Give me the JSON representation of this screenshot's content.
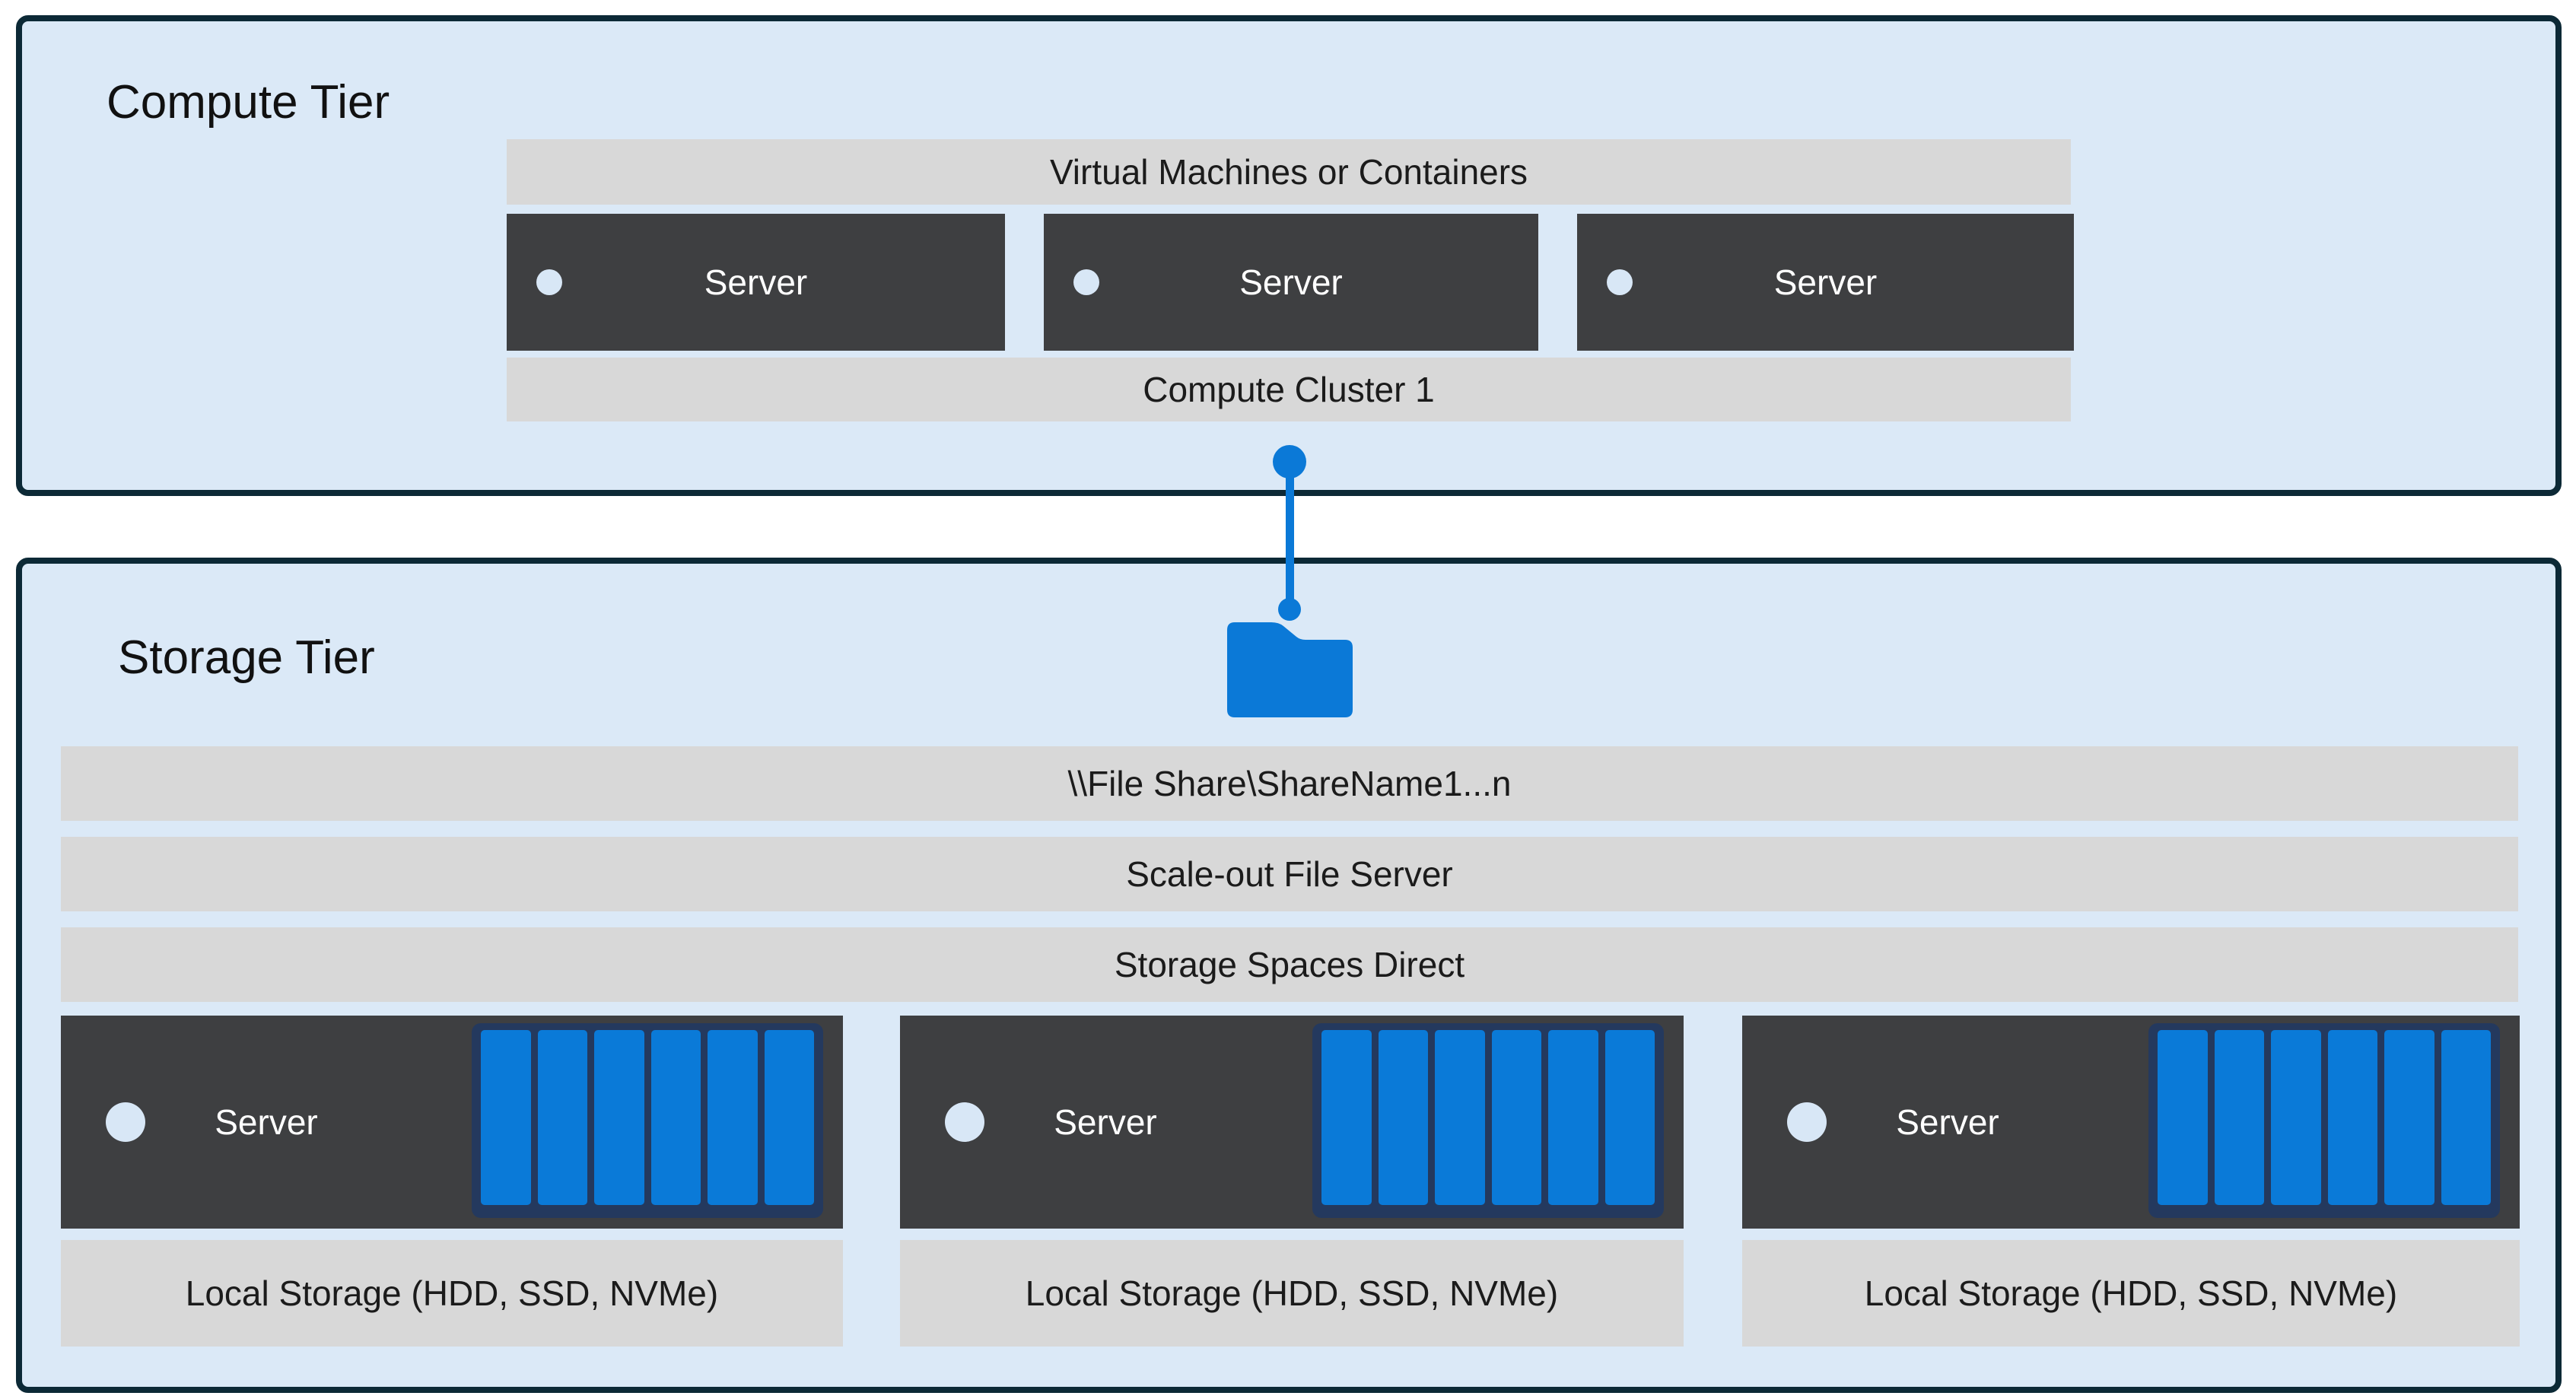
{
  "diagram": {
    "kind": "architecture-diagram",
    "subject": "Disaggregated compute and storage tiers with Storage Spaces Direct"
  },
  "colors": {
    "tier_fill": "#dbe9f7",
    "tier_border": "#0c2936",
    "bar_gray": "#d8d8d8",
    "server_dark": "#3e3f41",
    "accent_blue": "#0b79d7",
    "disk_blue": "#0a7ad8",
    "disk_tray_navy": "#24395e",
    "dot_light": "#d8e7f6",
    "text_dark": "#1b1b1b",
    "text_white": "#ffffff"
  },
  "compute_tier": {
    "title": "Compute Tier",
    "vm_bar_label": "Virtual Machines or Containers",
    "servers": [
      "Server",
      "Server",
      "Server"
    ],
    "cluster_bar_label": "Compute Cluster 1"
  },
  "connector": {
    "icon": "folder-icon",
    "style": "vertical line with endpoint dots linking compute cluster to file share folder"
  },
  "storage_tier": {
    "title": "Storage Tier",
    "share_bar_label": "\\\\File Share\\ShareName1...n",
    "sofs_bar_label": "Scale-out File Server",
    "s2d_bar_label": "Storage Spaces Direct",
    "groups": [
      {
        "server_label": "Server",
        "disk_count": 6,
        "local_storage_label": "Local Storage (HDD, SSD, NVMe)"
      },
      {
        "server_label": "Server",
        "disk_count": 6,
        "local_storage_label": "Local Storage (HDD, SSD, NVMe)"
      },
      {
        "server_label": "Server",
        "disk_count": 6,
        "local_storage_label": "Local Storage (HDD, SSD, NVMe)"
      }
    ]
  }
}
